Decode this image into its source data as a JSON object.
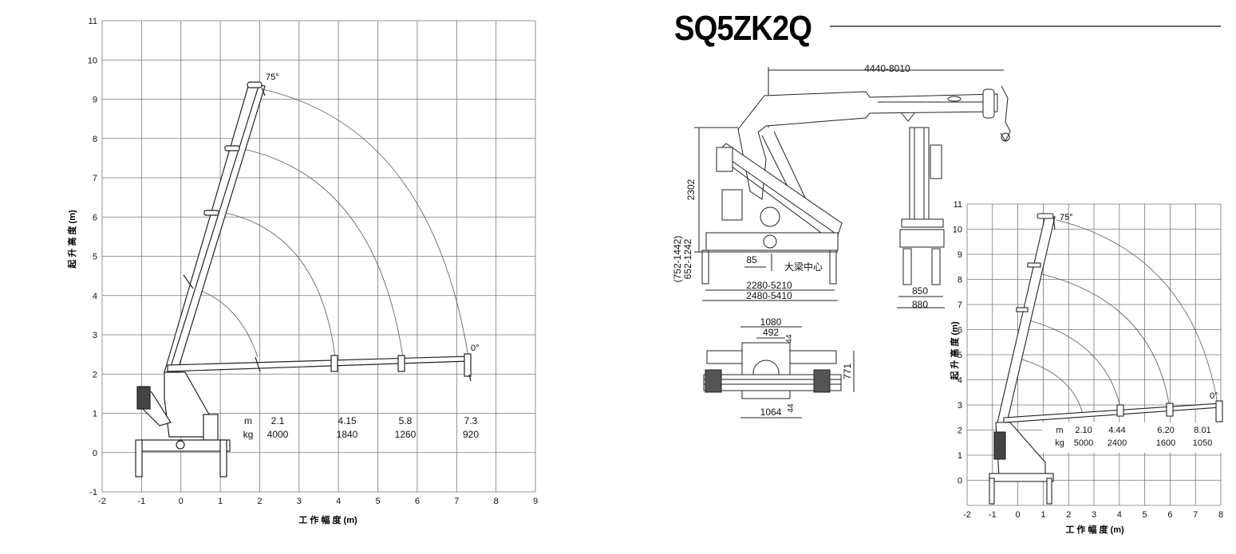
{
  "title": "SQ5ZK2Q",
  "left_chart": {
    "xlabel": "工 作 幅 度 (m)",
    "ylabel": "起 升 高 度 (m)",
    "x_ticks": [
      "-2",
      "-1",
      "0",
      "1",
      "2",
      "3",
      "4",
      "5",
      "6",
      "7",
      "8",
      "9"
    ],
    "y_ticks": [
      "-1",
      "0",
      "1",
      "2",
      "3",
      "4",
      "5",
      "6",
      "7",
      "8",
      "9",
      "10",
      "11"
    ],
    "angle_max": "75°",
    "angle_min": "0°",
    "load_table": {
      "row1_label": "m",
      "row2_label": "kg",
      "radius": [
        "2.1",
        "4.15",
        "5.8",
        "7.3"
      ],
      "load": [
        "4000",
        "1840",
        "1260",
        "920"
      ]
    }
  },
  "right_chart": {
    "xlabel": "工 作 幅 度 (m)",
    "ylabel": "起 升 高 度 (m)",
    "x_ticks": [
      "-2",
      "-1",
      "0",
      "1",
      "2",
      "3",
      "4",
      "5",
      "6",
      "7",
      "8"
    ],
    "y_ticks": [
      "0",
      "1",
      "2",
      "3",
      "4",
      "5",
      "6",
      "7",
      "8",
      "9",
      "10",
      "11"
    ],
    "angle_max": "75°",
    "angle_min": "0°",
    "load_table": {
      "row1_label": "m",
      "row2_label": "kg",
      "radius": [
        "2.10",
        "4.44",
        "6.20",
        "8.01"
      ],
      "load": [
        "5000",
        "2400",
        "1600",
        "1050"
      ]
    }
  },
  "drawing": {
    "reach": "4440-8010",
    "height": "2302",
    "outrigger_low": "(752-1442)",
    "outrigger_high": "652-1242",
    "offset": "85",
    "beam_center": "大梁中心",
    "span1": "2280-5210",
    "span2": "2480-5410",
    "width1": "850",
    "width2": "880",
    "top_w1": "1080",
    "top_w2": "492",
    "top_gap": "44",
    "top_h": "771",
    "bottom_w": "1064",
    "bottom_gap": "44"
  },
  "chart_data": [
    {
      "type": "line",
      "xlabel": "工 作 幅 度 (m)",
      "ylabel": "起 升 高 度 (m)",
      "xlim": [
        -2,
        9
      ],
      "ylim": [
        -1,
        11
      ],
      "grid": true,
      "series": [],
      "annotations": [
        "75°",
        "0°"
      ],
      "table": {
        "m": [
          2.1,
          4.15,
          5.8,
          7.3
        ],
        "kg": [
          4000,
          1840,
          1260,
          920
        ]
      }
    },
    {
      "type": "line",
      "xlabel": "工 作 幅 度 (m)",
      "ylabel": "起 升 高 度 (m)",
      "xlim": [
        -2,
        8
      ],
      "ylim": [
        -1,
        11
      ],
      "grid": true,
      "series": [],
      "annotations": [
        "75°",
        "0°"
      ],
      "table": {
        "m": [
          2.1,
          4.44,
          6.2,
          8.01
        ],
        "kg": [
          5000,
          2400,
          1600,
          1050
        ]
      }
    }
  ]
}
